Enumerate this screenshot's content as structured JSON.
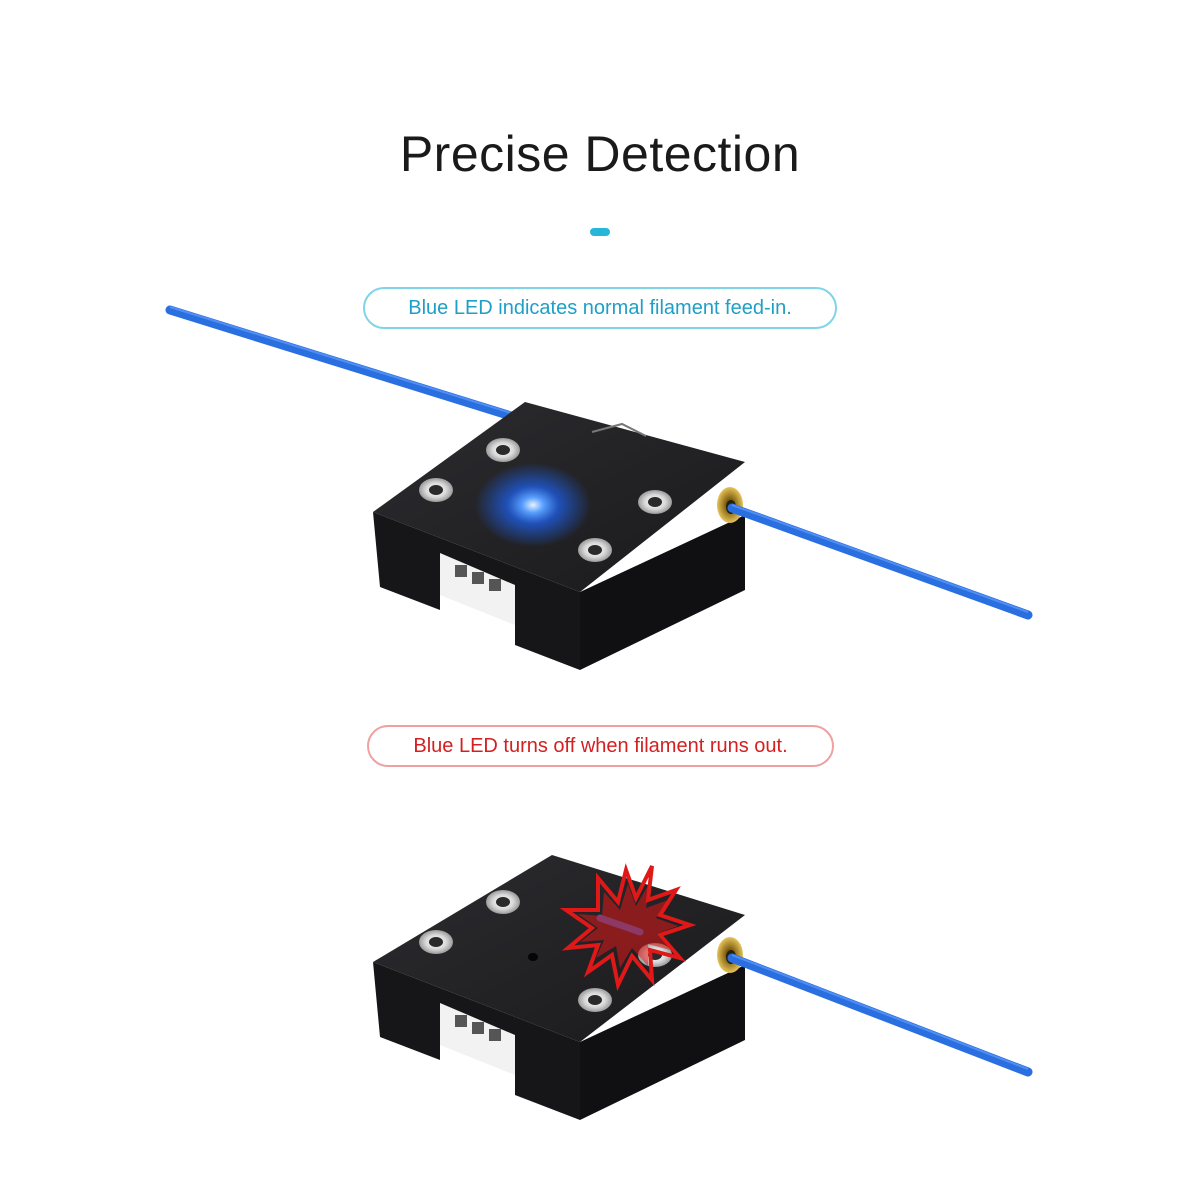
{
  "heading": {
    "title": "Precise Detection"
  },
  "labels": {
    "normal": "Blue LED indicates normal filament feed-in.",
    "runout": "Blue LED turns off when filament runs out."
  },
  "colors": {
    "accent": "#27b6d8",
    "filament": "#2a6fe0",
    "led": "#1e6bff",
    "alert": "#e01818",
    "module": "#1c1c1e"
  },
  "icons": {
    "led_state_top": "led-on-glow",
    "led_state_bottom": "led-off",
    "break_marker": "explosion-burst-icon"
  }
}
